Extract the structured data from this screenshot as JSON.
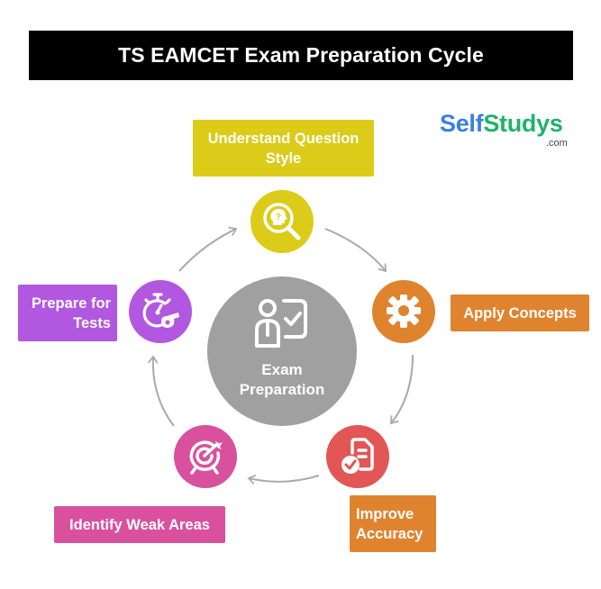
{
  "title": "TS EAMCET Exam Preparation Cycle",
  "brand": {
    "part1": "Self",
    "part2": "Studys",
    "suffix": ".com",
    "colors": {
      "self": "#3b7fe0",
      "studys": "#1fb36a"
    }
  },
  "center": {
    "line1": "Exam",
    "line2": "Preparation",
    "icon": "teacher-board-check-icon",
    "color": "#a0a0a0"
  },
  "steps": [
    {
      "label_line1": "Understand Question",
      "label_line2": "Style",
      "icon": "head-question-magnifier-icon",
      "color": "#dccb18"
    },
    {
      "label_line1": "Apply Concepts",
      "label_line2": "",
      "icon": "gear-icon",
      "color": "#e0832f"
    },
    {
      "label_line1": "Improve",
      "label_line2": "Accuracy",
      "icon": "document-check-icon",
      "color": "#e25656",
      "label_color": "#e0832f"
    },
    {
      "label_line1": "Identify Weak Areas",
      "label_line2": "",
      "icon": "target-arrow-icon",
      "color": "#d9509f"
    },
    {
      "label_line1": "Prepare for",
      "label_line2": "Tests",
      "icon": "stopwatch-whistle-icon",
      "color": "#b257e0"
    }
  ],
  "arrow_color": "#aaaaaa"
}
